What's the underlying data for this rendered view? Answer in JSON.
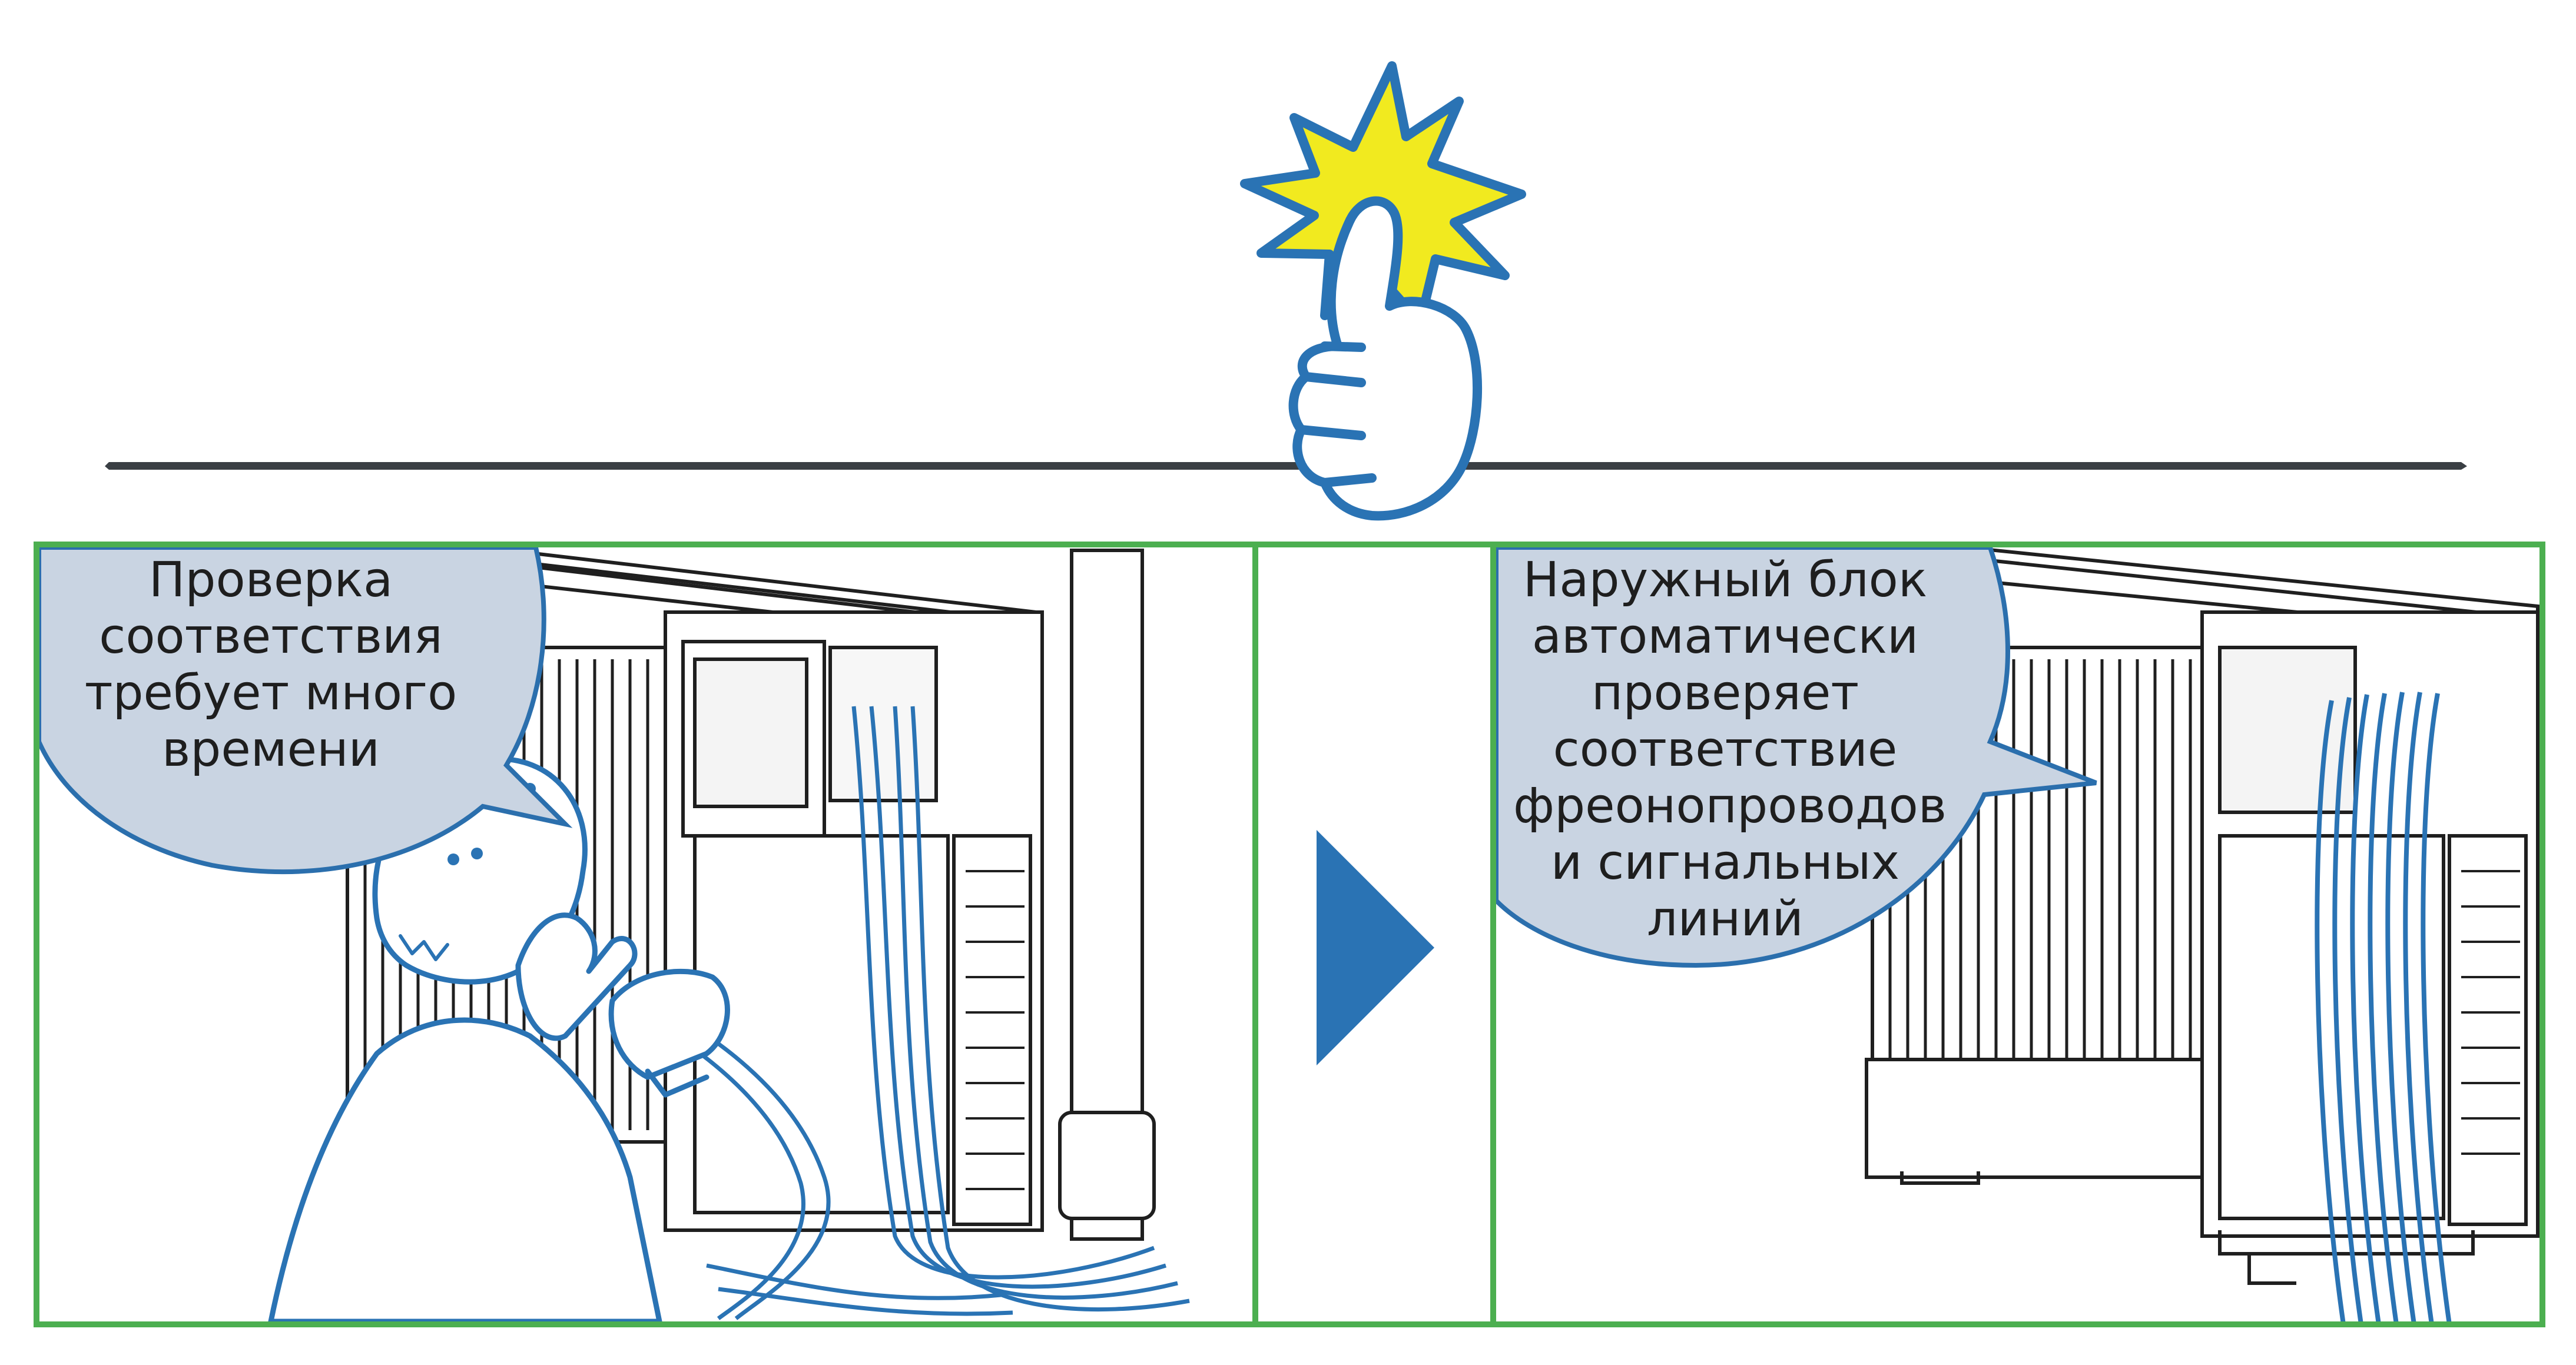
{
  "colors": {
    "frame_green": "#4caf50",
    "bubble_fill": "#c9d4e2",
    "bubble_stroke": "#2b6fad",
    "arrow_blue": "#2a73b4",
    "star_yellow": "#f1ea1f",
    "line_blue": "#2a73b4",
    "divider": "#3a3f44",
    "unit_ink": "#1f1f1f"
  },
  "icons": [
    "thumbs-up-icon",
    "yellow-burst-icon",
    "right-arrow-icon"
  ],
  "left_panel": {
    "bubble_lines": [
      "Проверка",
      "соответствия",
      "требует много",
      "времени"
    ]
  },
  "right_panel": {
    "bubble_lines": [
      "Наружный блок",
      "автоматически",
      "проверяет",
      "соответствие",
      "фреонопроводов",
      "и сигнальных",
      "линий"
    ]
  }
}
